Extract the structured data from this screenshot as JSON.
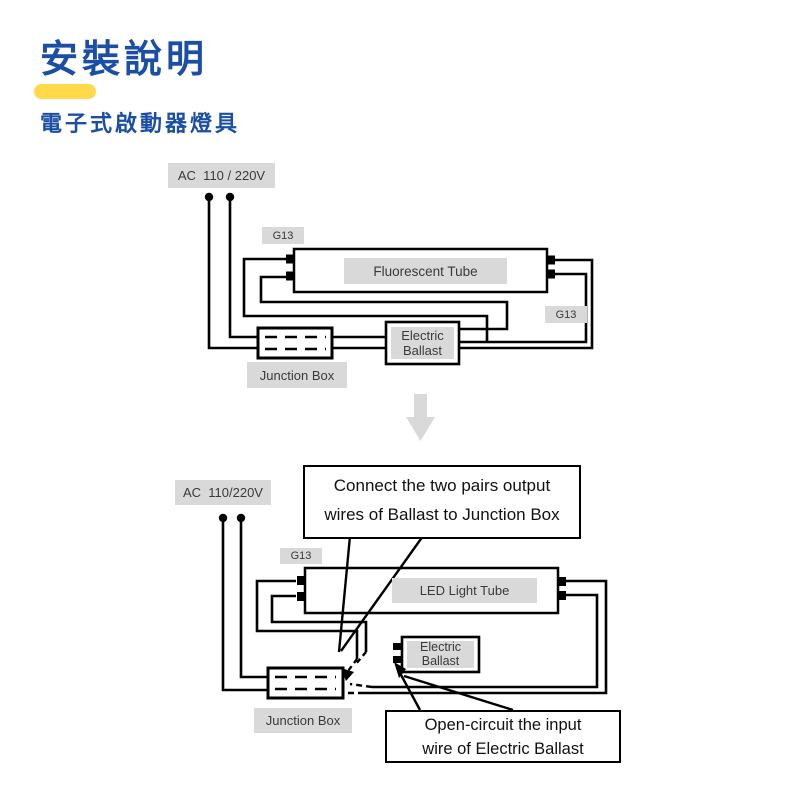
{
  "header": {
    "title": "安裝說明",
    "subtitle": "電子式啟動器燈具",
    "title_color": "#1b4fa5",
    "underline_color": "#ffd94a"
  },
  "diagram_before": {
    "ac_label": "AC  110 / 220V",
    "g13_left": "G13",
    "g13_right": "G13",
    "tube_label": "Fluorescent Tube",
    "ballast_label_line1": "Electric",
    "ballast_label_line2": "Ballast",
    "junction_label": "Junction Box"
  },
  "transition_arrow": {
    "direction": "down",
    "color": "#d9d9d9"
  },
  "diagram_after": {
    "ac_label": "AC  110/220V",
    "g13_left": "G13",
    "tube_label": "LED Light Tube",
    "ballast_label_line1": "Electric",
    "ballast_label_line2": "Ballast",
    "junction_label": "Junction Box",
    "callout_top_line1": "Connect the two pairs output",
    "callout_top_line2": "wires of Ballast to Junction Box",
    "callout_bottom_line1": "Open-circuit the input",
    "callout_bottom_line2": "wire of Electric Ballast"
  },
  "colors": {
    "wire": "#000000",
    "label_bg": "#d9d9d9",
    "label_text": "#3a3a3a",
    "arrow_gray": "#d9d9d9"
  }
}
